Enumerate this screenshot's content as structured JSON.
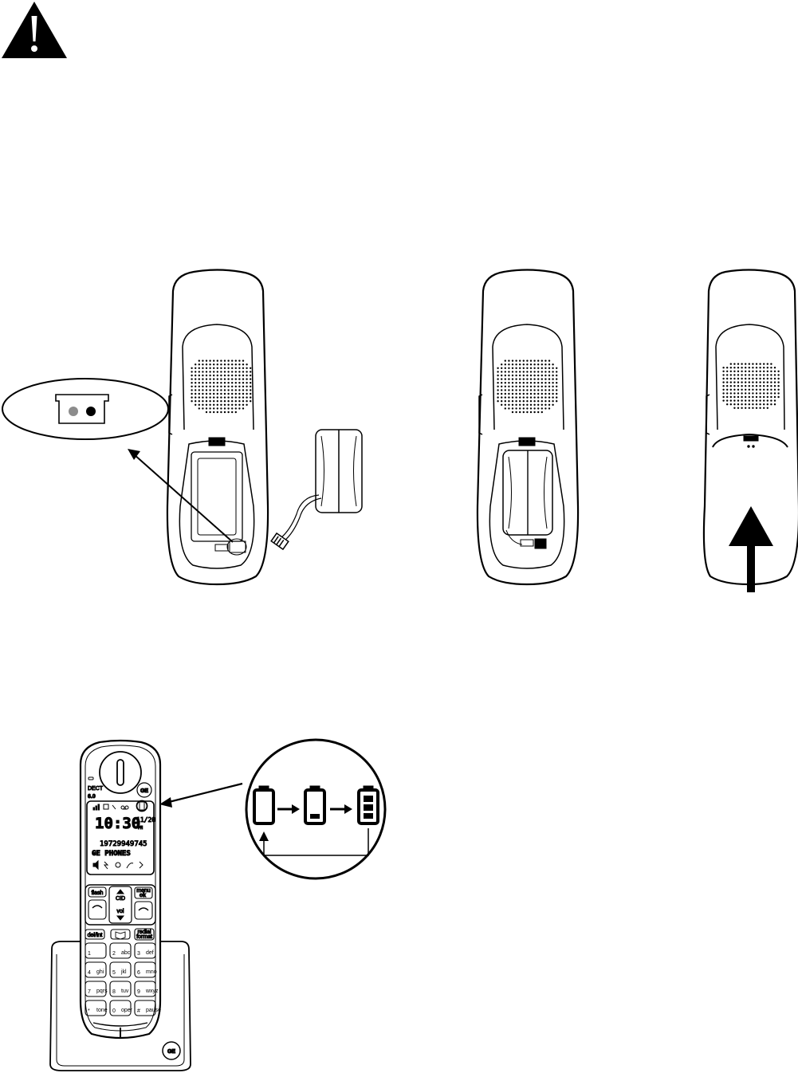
{
  "page": {
    "background": "#ffffff",
    "ink": "#000000",
    "grey_contact": "#8c8c8c"
  },
  "warning": {
    "icon": "warning-triangle-icon"
  },
  "phone": {
    "dect_label": "DECT",
    "dect_version": "6.0",
    "time": "10:30",
    "date": "11/20",
    "ampm": "PM",
    "number": "19729949745",
    "name": "GE PHONES",
    "keys": {
      "flash": "flash",
      "cid": "CID",
      "vol": "vol",
      "menu": "menu",
      "ok": "ok",
      "del": "del/int",
      "redial": "redial",
      "format": "format",
      "k1": "1",
      "k2": "2",
      "k2s": "abc",
      "k3": "3",
      "k3s": "def",
      "k4": "4",
      "k4s": "ghi",
      "k5": "5",
      "k5s": "jkl",
      "k6": "6",
      "k6s": "mno",
      "k7": "7",
      "k7s": "pqrs",
      "k8": "8",
      "k8s": "tuv",
      "k9": "9",
      "k9s": "wxyz",
      "kstar": "*",
      "kstars": "tone",
      "k0": "0",
      "k0s": "oper",
      "khash": "#",
      "khashs": "pause"
    },
    "brand": "GE"
  },
  "battery_cycle": {
    "levels": [
      "empty",
      "low",
      "full"
    ]
  }
}
